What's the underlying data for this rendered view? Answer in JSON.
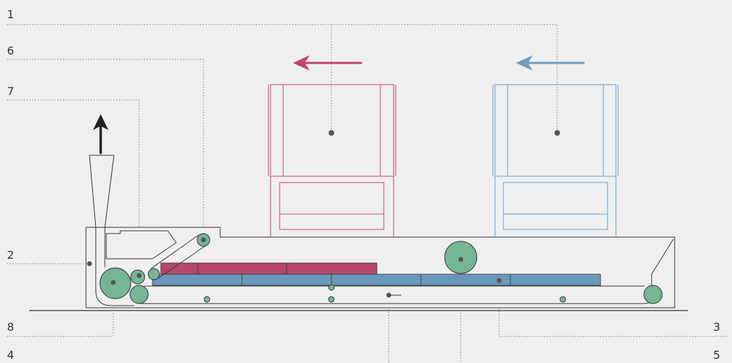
{
  "callouts": {
    "c1": "1",
    "c2": "2",
    "c3": "3",
    "c4": "4",
    "c5": "5",
    "c6": "6",
    "c7": "7",
    "c8": "8"
  },
  "colors": {
    "background": "#efefef",
    "line": "#333333",
    "leader": "#777777",
    "unit_front": "#c0476a",
    "unit_back": "#6e9cc0",
    "front_layer_fill": "#b5476a",
    "back_layer_fill": "#6a98ba",
    "roller_fill": "#76b596",
    "pin_fill": "#555555"
  },
  "icons": {
    "moving_left_front": "arrow-left-icon",
    "moving_left_back": "arrow-left-icon",
    "outlet_up": "arrow-up-icon"
  }
}
